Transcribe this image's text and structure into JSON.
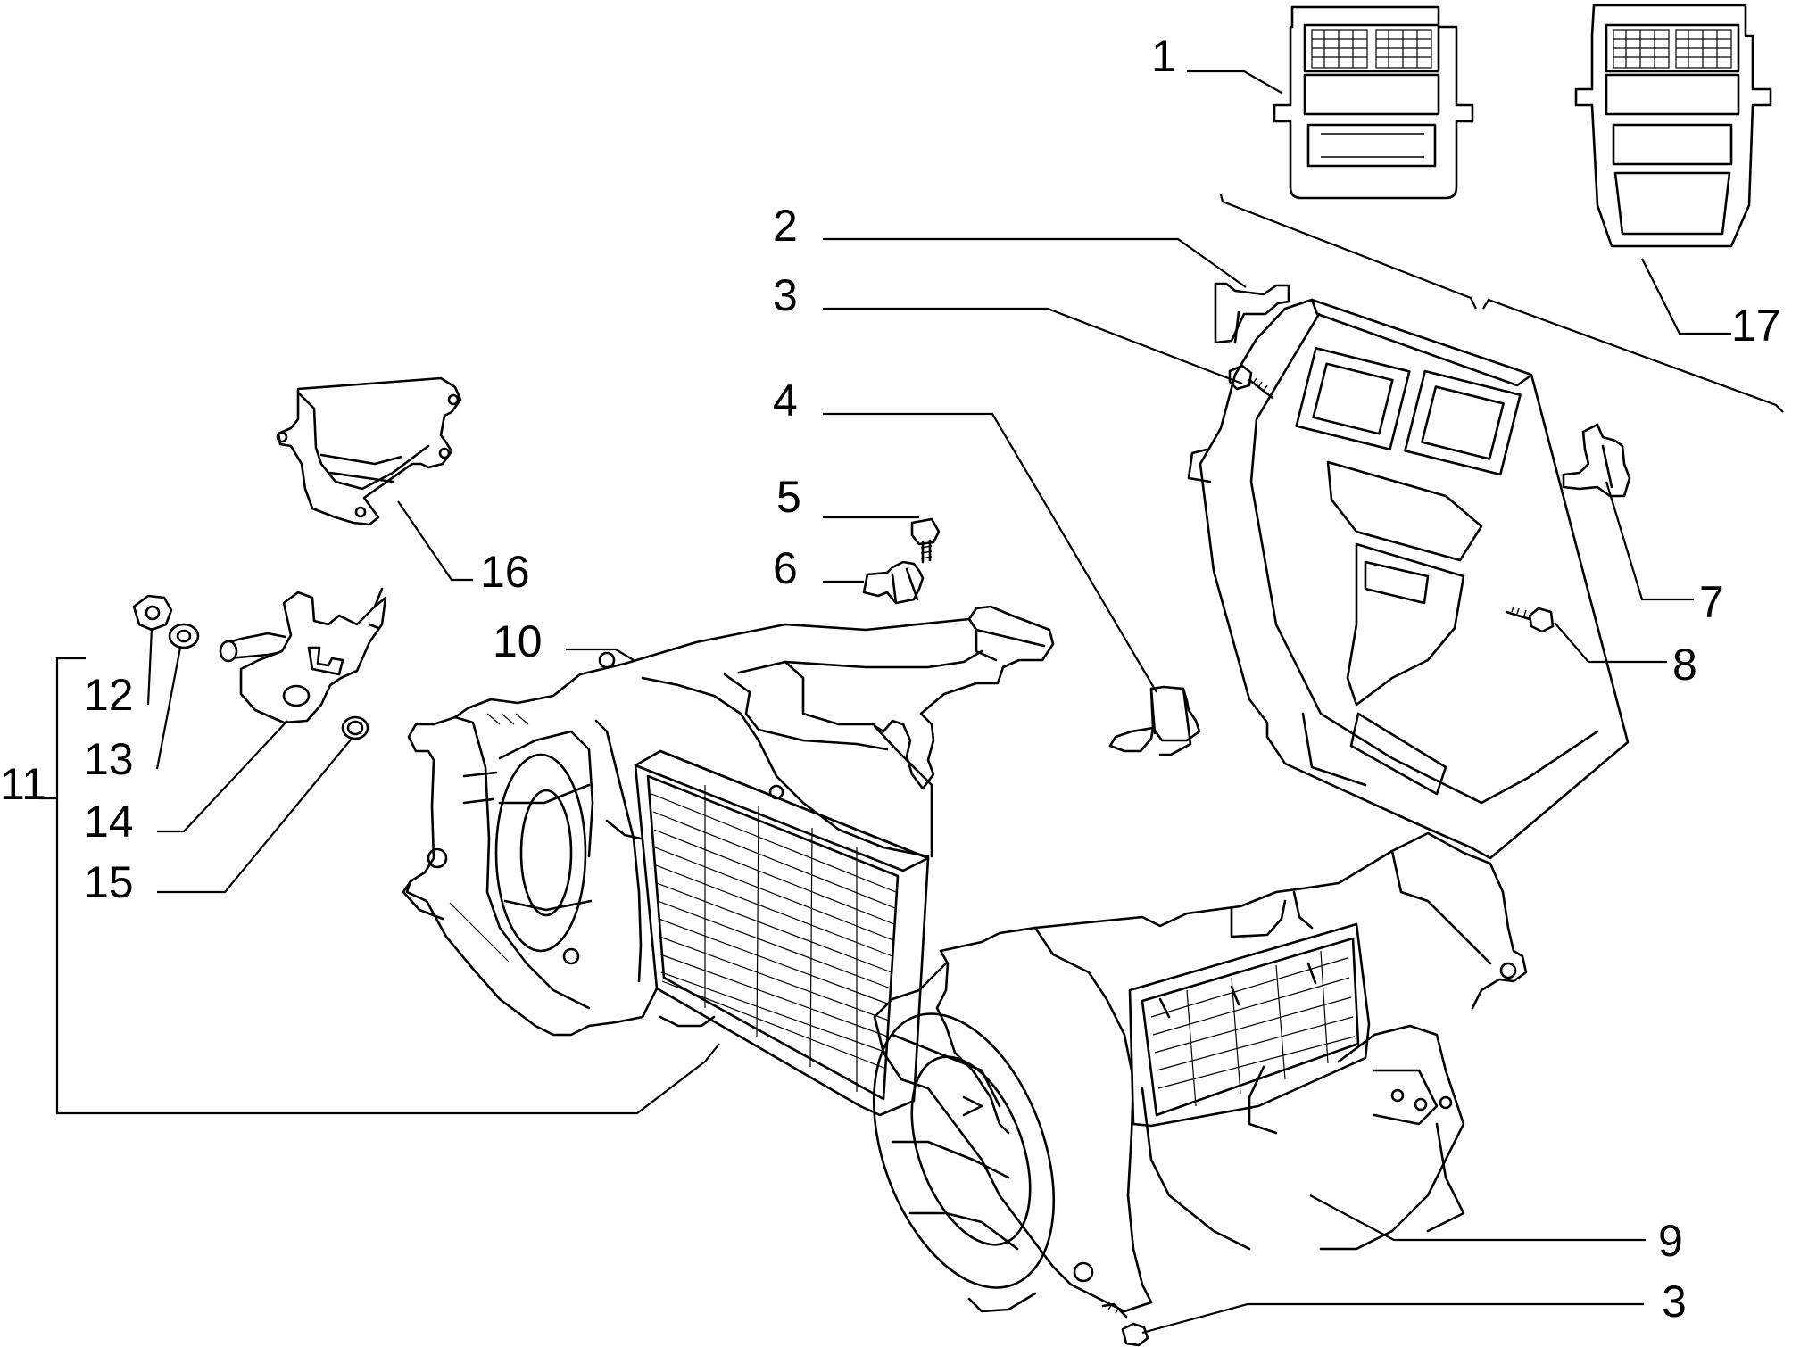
{
  "callouts": {
    "c1": "1",
    "c2": "2",
    "c3a": "3",
    "c4": "4",
    "c5": "5",
    "c6": "6",
    "c7": "7",
    "c8": "8",
    "c9": "9",
    "c3b": "3",
    "c10": "10",
    "c11": "11",
    "c12": "12",
    "c13": "13",
    "c14": "14",
    "c15": "15",
    "c16": "16",
    "c17": "17"
  }
}
